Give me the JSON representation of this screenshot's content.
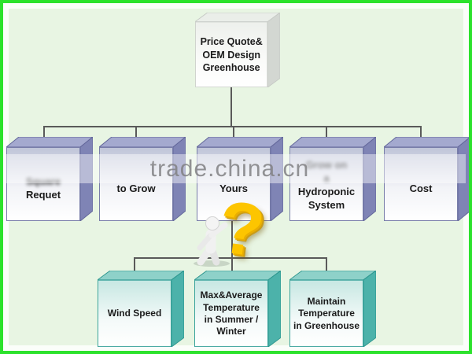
{
  "watermark": {
    "text": "trade.china.cn"
  },
  "root": {
    "label": "Price Quote&\nOEM Design\nGreenhouse"
  },
  "level2": [
    {
      "blurred": "Square",
      "label": "Requet"
    },
    {
      "blurred": "",
      "label": "to Grow"
    },
    {
      "blurred": "",
      "label": "Yours"
    },
    {
      "blurred": "Grow on\na",
      "label": "Hydroponic\nSystem"
    },
    {
      "blurred": "",
      "label": "Cost"
    }
  ],
  "level3": [
    {
      "label": "Wind Speed"
    },
    {
      "label": "Max&Average\nTemperature\nin Summer /\nWinter"
    },
    {
      "label": "Maintain\nTemperature\nin Greenhouse"
    }
  ],
  "question_mark": {
    "glyph": "?"
  },
  "colors": {
    "background": "#e8f5e3",
    "frame_green": "#2ce22c",
    "box_purple_side": "#7f84b5",
    "box_purple_top": "#a4a9cf",
    "box_teal_side": "#4cb2aa",
    "box_teal_top": "#8ed1c9",
    "question_gold": "#fdc500",
    "connector": "#5a5a5a",
    "watermark_gray": "#808082"
  }
}
